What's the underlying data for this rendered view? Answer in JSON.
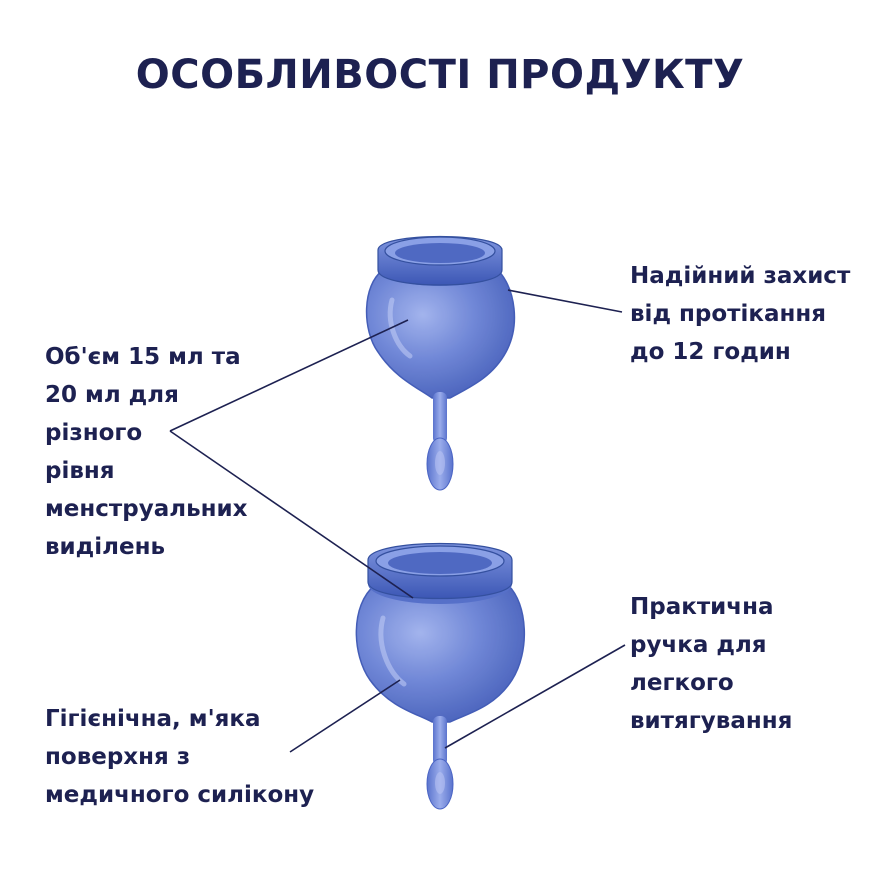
{
  "title": "ОСОБЛИВОСТІ ПРОДУКТУ",
  "features": {
    "volume": "Об'єм 15 мл та\n20 мл для\nрізного\nрівня\nменструальних\nвиділень",
    "protection": "Надійний захист\nвід протікання\nдо 12 годин",
    "handle": "Практична\nручка для\nлегкого\nвитягування",
    "surface": "Гігієнічна, м'яка\nповерхня з\nмедичного силікону"
  },
  "colors": {
    "text": "#1d2151",
    "cup_light": "#6f86d8",
    "cup_dark": "#3652b3",
    "line": "#1d2151"
  },
  "icons": [
    "menstrual-cup-small-icon",
    "menstrual-cup-large-icon"
  ]
}
